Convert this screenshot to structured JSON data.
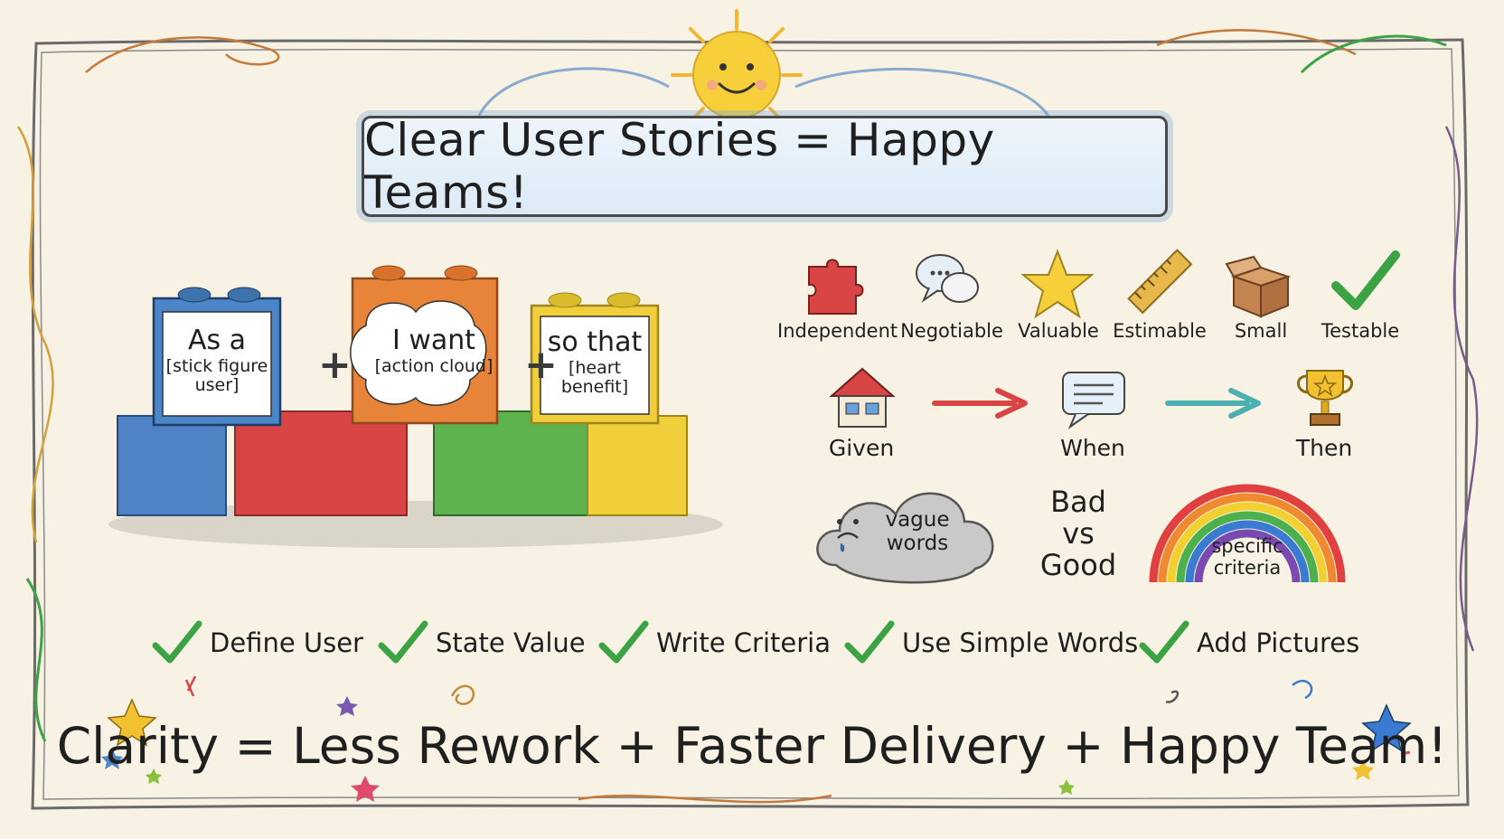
{
  "title": "Clear User Stories = Happy Teams!",
  "blocks": [
    {
      "main": "As a",
      "sub": "[stick figure user]",
      "color": "#4a86c8"
    },
    {
      "main": "I want",
      "sub": "[action cloud]",
      "color": "#e8843a"
    },
    {
      "main": "so that",
      "sub": "[heart benefit]",
      "color": "#f1cf3a"
    }
  ],
  "plus_sign": "+",
  "invest": [
    {
      "label": "Independent",
      "icon": "puzzle-icon"
    },
    {
      "label": "Negotiable",
      "icon": "speech-bubbles-icon"
    },
    {
      "label": "Valuable",
      "icon": "star-icon"
    },
    {
      "label": "Estimable",
      "icon": "ruler-icon"
    },
    {
      "label": "Small",
      "icon": "box-icon"
    },
    {
      "label": "Testable",
      "icon": "checkmark-icon"
    }
  ],
  "gwt": [
    {
      "label": "Given",
      "icon": "house-icon"
    },
    {
      "label": "When",
      "icon": "message-icon"
    },
    {
      "label": "Then",
      "icon": "trophy-icon"
    }
  ],
  "bad_vs_good": {
    "bad": "vague words",
    "line1": "Bad",
    "line2": "vs",
    "line3": "Good",
    "good": "specific criteria"
  },
  "checklist": [
    "Define User",
    "State Value",
    "Write Criteria",
    "Use Simple Words",
    "Add Pictures"
  ],
  "bottom": "Clarity = Less Rework + Faster Delivery + Happy Team!",
  "colors": {
    "check": "#3ca345",
    "sun": "#f6cf3a",
    "red": "#d94545",
    "teal": "#4cb0b0"
  }
}
